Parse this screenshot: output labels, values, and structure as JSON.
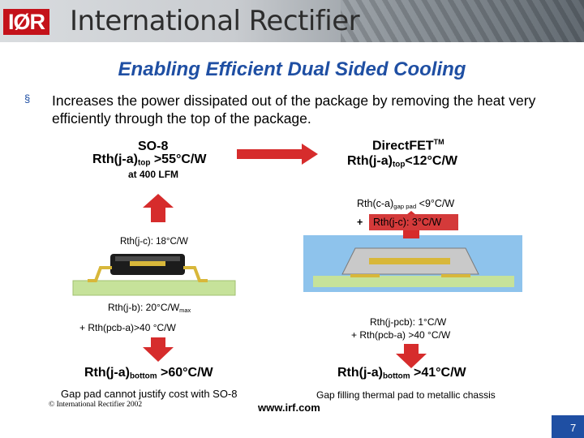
{
  "header": {
    "logo_text": "IØR",
    "company_name": "International Rectifier"
  },
  "slide": {
    "title": "Enabling Efficient Dual Sided Cooling",
    "bullet_marker": "§",
    "bullet_text": "Increases the power dissipated out of the package by removing the heat very efficiently through the top of the package."
  },
  "so8": {
    "name": "SO-8",
    "rth_top_main": "Rth(j-a)",
    "rth_top_sub": "top",
    "rth_top_value": " >55°C/W",
    "lfm": "at 400 LFM",
    "rth_jc": "Rth(j-c): 18°C/W",
    "rth_jb_main": "Rth(j-b): 20°C/W",
    "rth_jb_sub": "max",
    "rth_pcb": "+ Rth(pcb-a)>40 °C/W",
    "rth_bottom_main": "Rth(j-a)",
    "rth_bottom_sub": "bottom",
    "rth_bottom_value": " >60°C/W",
    "caption": "Gap pad cannot justify cost with SO-8"
  },
  "directfet": {
    "name": "DirectFET",
    "tm": "TM",
    "rth_top_main": "Rth(j-a)",
    "rth_top_sub": "top",
    "rth_top_value": "<12°C/W",
    "rth_ca_main": "Rth(c-a)",
    "rth_ca_sub": "gap pad",
    "rth_ca_value": " <9°C/W",
    "plus": "+",
    "rth_jc": "Rth(j-c): 3°C/W",
    "rth_jpcb": "Rth(j-pcb): 1°C/W",
    "rth_pcb": "+ Rth(pcb-a) >40 °C/W",
    "rth_bottom_main": "Rth(j-a)",
    "rth_bottom_sub": "bottom",
    "rth_bottom_value": " >41°C/W",
    "caption": "Gap filling thermal pad to metallic chassis"
  },
  "footer": {
    "copyright": "© International Rectifier 2002",
    "website": "www.irf.com",
    "page_number": "7"
  },
  "colors": {
    "title_blue": "#1f4fa3",
    "arrow_red": "#d62c2c",
    "pcb_green": "#c6e29a",
    "heatsink_blue": "#8ec3ec",
    "lead_gold": "#d8b73a"
  }
}
